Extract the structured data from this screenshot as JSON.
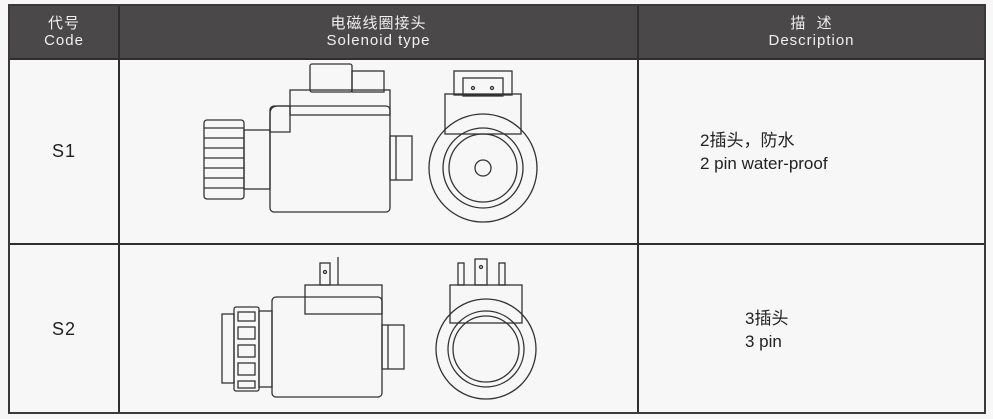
{
  "header": {
    "code": {
      "zh": "代号",
      "en": "Code"
    },
    "type": {
      "zh": "电磁线圈接头",
      "en": "Solenoid type"
    },
    "description": {
      "zh": "描  述",
      "en": "Description"
    }
  },
  "rows": [
    {
      "code": "S1",
      "desc_zh": "2插头，防水",
      "desc_en": "2 pin water-proof",
      "drawing": "solenoid-2pin-waterproof"
    },
    {
      "code": "S2",
      "desc_zh": "3插头",
      "desc_en": "3 pin",
      "drawing": "solenoid-3pin"
    }
  ],
  "colors": {
    "header_bg": "#4a4848",
    "header_text": "#f0f0f0",
    "border": "#2e2e2e",
    "body_bg": "#f7f7f7"
  }
}
